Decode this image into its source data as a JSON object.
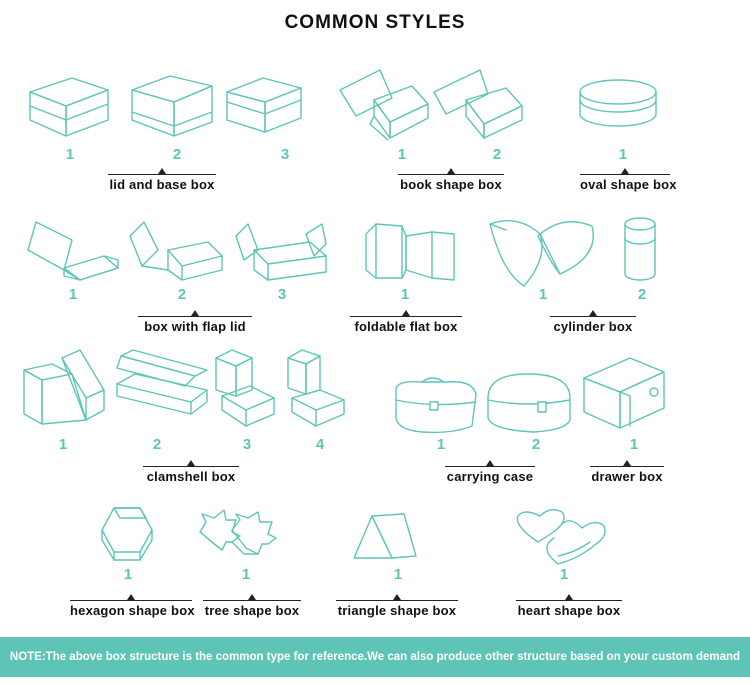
{
  "title": "COMMON STYLES",
  "groups": [
    {
      "label": "lid and base box",
      "numbers": [
        "1",
        "2",
        "3"
      ]
    },
    {
      "label": "book shape box",
      "numbers": [
        "1",
        "2"
      ]
    },
    {
      "label": "oval shape box",
      "numbers": [
        "1"
      ]
    },
    {
      "label": "box with flap lid",
      "numbers": [
        "1",
        "2",
        "3"
      ]
    },
    {
      "label": "foldable flat box",
      "numbers": [
        "1"
      ]
    },
    {
      "label": "cylinder box",
      "numbers": [
        "1",
        "2"
      ]
    },
    {
      "label": "clamshell box",
      "numbers": [
        "1",
        "2",
        "3",
        "4"
      ]
    },
    {
      "label": "carrying case",
      "numbers": [
        "1",
        "2"
      ]
    },
    {
      "label": "drawer box",
      "numbers": [
        "1"
      ]
    },
    {
      "label": "hexagon shape box",
      "numbers": [
        "1"
      ]
    },
    {
      "label": "tree shape box",
      "numbers": [
        "1"
      ]
    },
    {
      "label": "triangle shape box",
      "numbers": [
        "1"
      ]
    },
    {
      "label": "heart shape box",
      "numbers": [
        "1"
      ]
    }
  ],
  "note": "NOTE:The above box structure is the common type for reference.We can also produce other structure based on your custom demand",
  "colors": {
    "accent": "#5fc4b8",
    "text": "#111111"
  },
  "icons": [
    "lid-and-base-box-icon",
    "book-box-icon",
    "oval-box-icon",
    "flap-lid-box-icon",
    "foldable-box-icon",
    "cylinder-box-icon",
    "clamshell-box-icon",
    "carrying-case-icon",
    "drawer-box-icon",
    "hexagon-box-icon",
    "tree-box-icon",
    "triangle-box-icon",
    "heart-box-icon"
  ]
}
